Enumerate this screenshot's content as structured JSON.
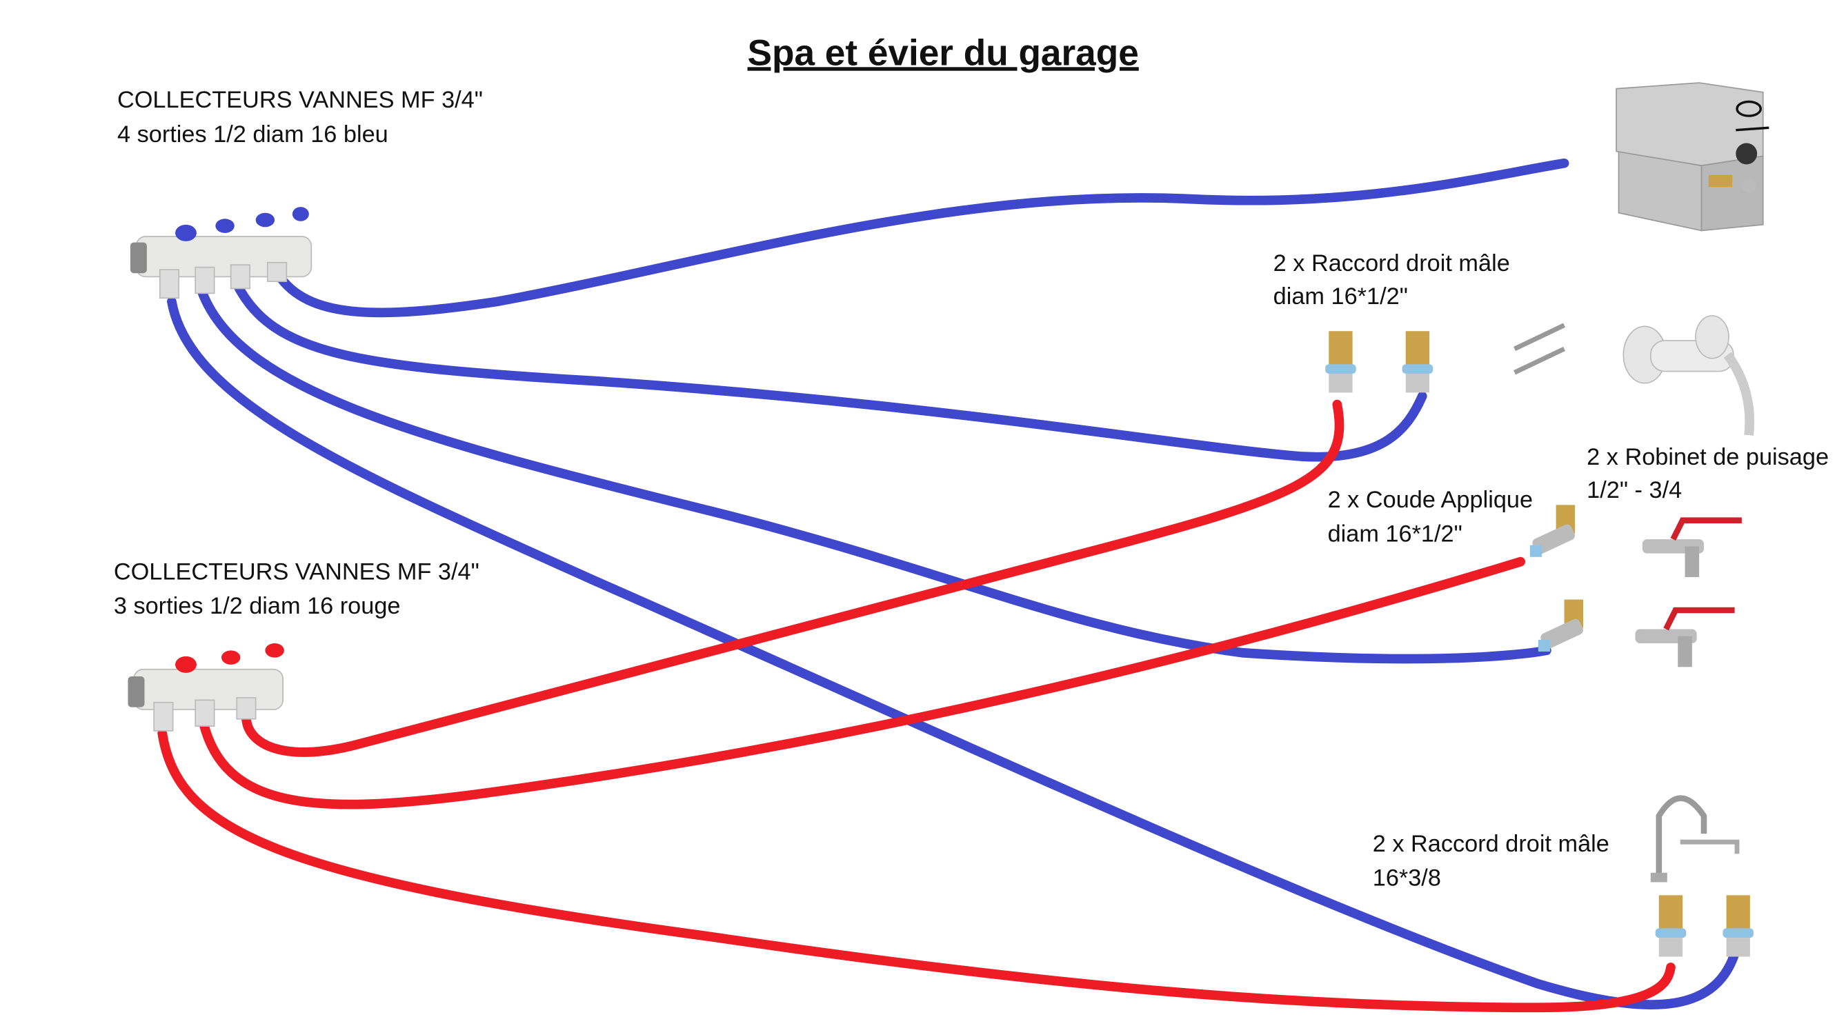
{
  "title": "Spa et évier du garage",
  "colors": {
    "cold": "#3f47cc",
    "hot": "#ee1c24",
    "brass": "#c9a24a",
    "steel": "#c8c8c8",
    "ring": "#8fc3e6"
  },
  "labels": {
    "blue_manifold": [
      "COLLECTEURS VANNES MF 3/4\"",
      "4 sorties 1/2 diam 16 bleu"
    ],
    "red_manifold": [
      "COLLECTEURS VANNES MF 3/4\"",
      "3 sorties 1/2 diam 16 rouge"
    ],
    "raccord_shower": [
      "2 x Raccord droit mâle",
      "diam 16*1/2\""
    ],
    "coude": [
      "2 x Coude Applique",
      "diam 16*1/2\""
    ],
    "robinet": [
      "2 x Robinet de puisage",
      "1/2\" - 3/4"
    ],
    "raccord_sink": [
      "2 x Raccord droit mâle",
      "16*3/8"
    ]
  }
}
